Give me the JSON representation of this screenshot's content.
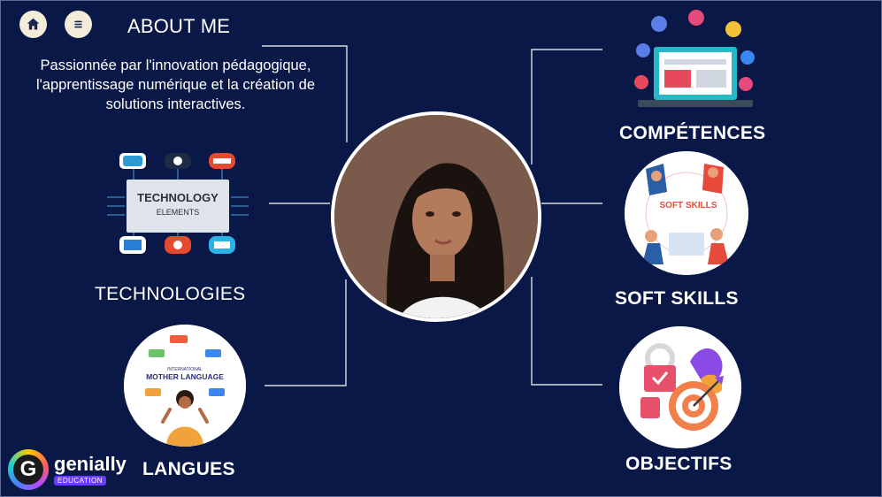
{
  "nav": {
    "home_icon": "home-icon",
    "menu_icon": "menu-icon"
  },
  "about": {
    "title": "ABOUT ME",
    "description": "Passionnée par l'innovation pédagogique, l'apprentissage numérique et la création de solutions interactives."
  },
  "sections": {
    "technologies": "TECHNOLOGIES",
    "langues": "LANGUES",
    "competences": "COMPÉTENCES",
    "soft_skills": "SOFT SKILLS",
    "objectifs": "OBJECTIFS"
  },
  "illustrations": {
    "technology_title": "TECHNOLOGY",
    "technology_sub": "ELEMENTS",
    "language_small": "INTERNATIONAL",
    "language_title": "MOTHER LANGUAGE",
    "soft_skills_text": "SOFT SKILLS"
  },
  "logo": {
    "name": "genially",
    "badge": "EDUCATION"
  },
  "colors": {
    "background": "#0a1848",
    "text": "#ffffff",
    "button": "#f3ecd8"
  }
}
